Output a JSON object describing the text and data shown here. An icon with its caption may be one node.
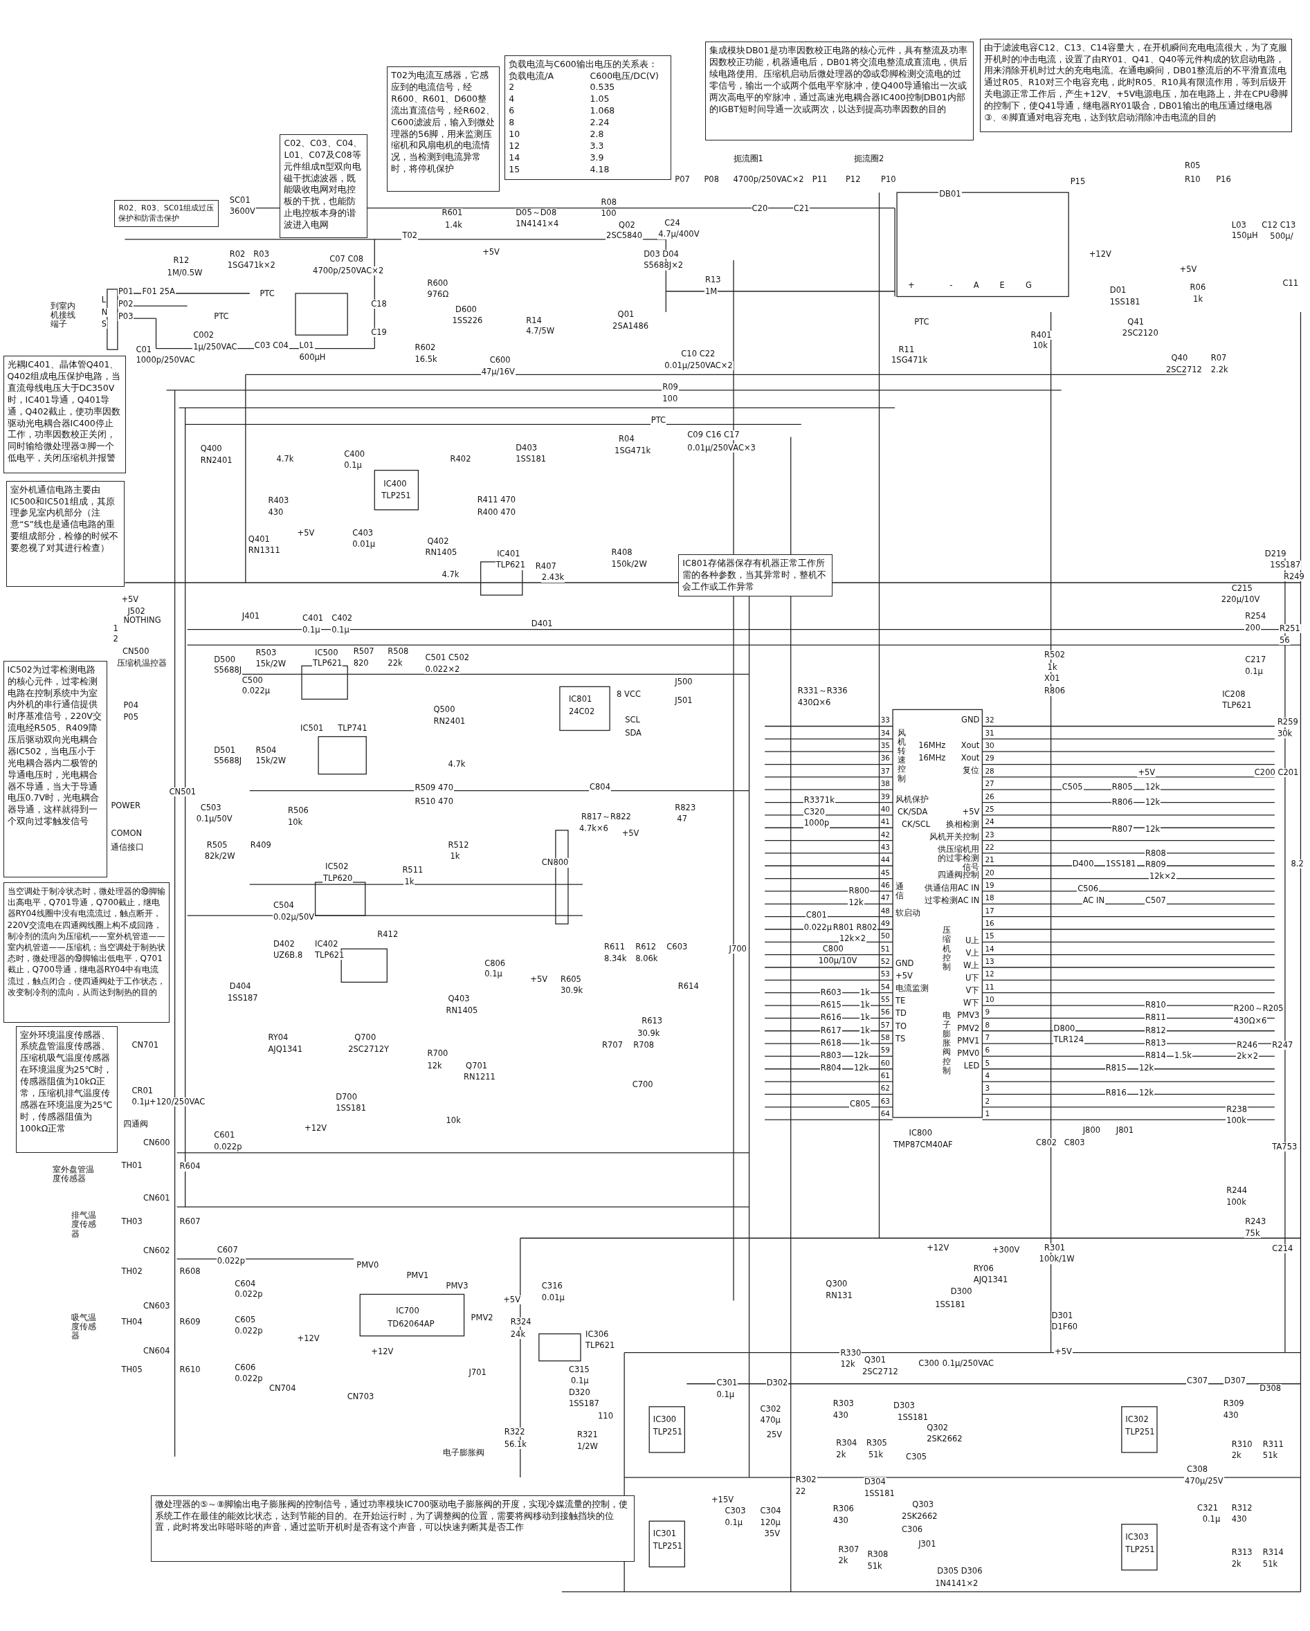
{
  "diagram": {
    "nodes": [
      {
        "text": [
          "R02、R03、SC01组成过压保护和防雷击保护"
        ]
      },
      {
        "text": [
          "C02、C03、C04、L01、C07及C08等元件组成π型双向电磁干扰滤波器，既能吸收电网对电控板的干扰，也能防止电控板本身的谐波进入电网"
        ]
      },
      {
        "text": [
          "T02为电流互感器，它感应到的电流信号，经R600、R601、D600整流出直流信号，经R602、C600滤波后，输入到微处理器的56脚，用来监测压缩机和风扇电机的电流情况，当检测到电流异常时，将停机保护"
        ]
      },
      {
        "text": [
          "负载电流与C600输出电压的关系表：",
          "负载电流/A",
          "C600电压/DC(V)",
          "2",
          "0.535",
          "4",
          "1.05",
          "6",
          "1.068",
          "8",
          "2.24",
          "10",
          "2.8",
          "12",
          "3.3",
          "14",
          "3.9",
          "15",
          "4.18"
        ]
      },
      {
        "text": [
          "集成模块DB01是功率因数校正电路的核心元件，具有整流及功率因数校正功能，机器通电后，DB01将交流电整流成直流电，供后续电路使用。压缩机启动后微处理器的⑳或㉑脚检测交流电的过零信号，输出一个或两个低电平窄脉冲，使Q400导通输出一次或两次高电平的窄脉冲，通过高速光电耦合器IC400控制DB01内部的IGBT短时间导通一次或两次，以达到提高功率因数的目的"
        ]
      },
      {
        "text": [
          "由于滤波电容C12、C13、C14容量大，在开机瞬间充电电流很大，为了克服开机时的冲击电流，设置了由RY01、Q41、Q40等元件构成的软启动电路，用来消除开机时过大的充电电流。在通电瞬间，DB01整流后的不平滑直流电通过R05、R10对三个电容充电，此时R05、R10具有限流作用，等到后级开关电源正常工作后，产生+12V、+5V电源电压，加在电路上，并在CPU㊾脚的控制下，使Q41导通，继电器RY01吸合，DB01输出的电压通过继电器③、④脚直通对电容充电，达到软启动消除冲击电流的目的"
        ]
      },
      {
        "text": [
          "光耦IC401、晶体管Q401、Q402组成电压保护电路，当直流母线电压大于DC350V时，IC401导通，Q401导通，Q402截止，使功率因数驱动光电耦合器IC400停止工作，功率因数校正关闭，同时输给微处理器③脚一个低电平，关闭压缩机并报警"
        ]
      },
      {
        "text": [
          "室外机通信电路主要由IC500和IC501组成，其原理参见室内机部分（注意“S”线也是通信电路的重要组成部分，检修的时候不要忽视了对其进行检查）"
        ]
      },
      {
        "text": [
          "IC502为过零检测电路的核心元件，过零检测电路在控制系统中为室内外机的串行通信提供时序基准信号，220V交流电经R505、R409降压后驱动双向光电耦合器IC502，当电压小于光电耦合器内二极管的导通电压时，光电耦合器不导通，当大于导通电压0.7V时，光电耦合器导通，这样就得到一个双向过零触发信号"
        ]
      },
      {
        "text": [
          "IC801存储器保存有机器正常工作所需的各种参数，当其异常时，整机不会工作或工作异常"
        ]
      },
      {
        "text": [
          "当空调处于制冷状态时，微处理器的⑲脚输出高电平，Q701导通，Q700截止，继电器RY04线圈中没有电流流过，触点断开，220V交流电在四通阀线圈上构不成回路，制冷剂的流向为压缩机——室外机管道——室内机管道——压缩机；当空调处于制热状态时，微处理器的⑲脚输出低电平，Q701截止，Q700导通，继电器RY04中有电流流过，触点闭合，使四通阀处于工作状态，改变制冷剂的流向，从而达到制热的目的"
        ]
      },
      {
        "text": [
          "室外环境温度传感器、系统盘管温度传感器、压缩机吸气温度传感器在环境温度为25℃时，传感器阻值为10kΩ正常，压缩机排气温度传感器在环境温度为25℃时，传感器阻值为100kΩ正常"
        ]
      },
      {
        "text": [
          "微处理器的⑤～⑧脚输出电子膨胀阀的控制信号，通过功率模块IC700驱动电子膨胀阀的开度，实现冷媒流量的控制，使系统工作在最佳的能效比状态，达到节能的目的。在开始运行时，为了调整阀的位置，需要将阀移动到接触挡块的位置，此时将发出咔嗒咔嗒的声音，通过监听开机时是否有这个声音，可以快速判断其是否工作"
        ]
      }
    ],
    "labels": [
      "P07",
      "P08",
      "扼流圈1",
      "4700p/250VAC×2",
      "P11",
      "P12",
      "扼流圈2",
      "P10",
      "C20",
      "C21",
      "SC01",
      "3600V",
      "R12",
      "1M/0.5W",
      "R02",
      "R03",
      "1SG471k×2",
      "到室内机接线端子",
      "L",
      "N",
      "S",
      "P01",
      "F01 25A",
      "P02",
      "P03",
      "C01",
      "1000p/250VAC",
      "C002",
      "1μ/250VAC",
      "PTC",
      "PTC",
      "C03 C04",
      "L01",
      "600μH",
      "C07 C08",
      "4700p/250VAC×2",
      "C18",
      "C19",
      "R601",
      "1.4k",
      "T02",
      "R600",
      "976Ω",
      "+5V",
      "D600",
      "1SS226",
      "R602",
      "16.5k",
      "C600",
      "47μ/16V",
      "D05～D08",
      "1N4141×4",
      "R08",
      "100",
      "Q02",
      "2SC5840",
      "C24",
      "4.7μ/400V",
      "D03 D04",
      "S5688J×2",
      "R13",
      "1M",
      "R14",
      "4.7/5W",
      "Q01",
      "2SA1486",
      "C10 C22",
      "0.01μ/250VAC×2",
      "R09",
      "100",
      "R04",
      "1SG471k",
      "PTC",
      "C09 C16 C17",
      "0.01μ/250VAC×3",
      "P15",
      "DB01",
      "R05",
      "R10",
      "P16",
      "+",
      "-",
      "A",
      "E",
      "G",
      "R401",
      "10k",
      "R11",
      "1SG471k",
      "PTC",
      "L03",
      "150μH",
      "C12 C13",
      "500μ/",
      "C11",
      "+12V",
      "+5V",
      "D01",
      "1SS181",
      "R06",
      "1k",
      "Q41",
      "2SC2120",
      "Q40",
      "2SC2712",
      "R07",
      "2.2k",
      "Q400",
      "RN2401",
      "4.7k",
      "C400",
      "0.1μ",
      "R402",
      "D403",
      "1SS181",
      "IC400",
      "TLP251",
      "R403",
      "430",
      "R411 470",
      "R400 470",
      "+5V",
      "C403",
      "0.01μ",
      "Q401",
      "RN1311",
      "Q402",
      "RN1405",
      "4.7k",
      "IC401",
      "TLP621",
      "R407",
      "2.43k",
      "R408",
      "150k/2W",
      "D401",
      "J401",
      "C401",
      "0.1μ",
      "C402",
      "0.1μ",
      "+5V",
      "J502",
      "NOTHING",
      "CN500",
      "压缩机温控器",
      "1",
      "2",
      "D500",
      "S5688J",
      "R503",
      "15k/2W",
      "IC500",
      "TLP621",
      "R507",
      "820",
      "R508",
      "22k",
      "C501 C502",
      "0.022×2",
      "C500",
      "0.022μ",
      "P04",
      "P05",
      "J500",
      "J501",
      "IC501",
      "TLP741",
      "Q500",
      "RN2401",
      "4.7k",
      "D501",
      "S5688J",
      "R504",
      "15k/2W",
      "R509 470",
      "R510 470",
      "IC801",
      "24C02",
      "8 VCC",
      "SCL",
      "SDA",
      "CN501",
      "POWER",
      "COMON",
      "通信接口",
      "C503",
      "0.1μ/50V",
      "R506",
      "10k",
      "C804",
      "R817～R822",
      "4.7k×6",
      "+5V",
      "R823",
      "47",
      "CN800",
      "R505",
      "82k/2W",
      "R409",
      "IC502",
      "TLP620",
      "R511",
      "1k",
      "R512",
      "1k",
      "C504",
      "0.02μ/50V",
      "D402",
      "UZ6B.8",
      "IC402",
      "TLP621",
      "R412",
      "C806",
      "0.1μ",
      "D404",
      "1SS187",
      "Q403",
      "RN1405",
      "+5V",
      "R605",
      "30.9k",
      "R611",
      "8.34k",
      "R612",
      "8.06k",
      "C603",
      "R614",
      "R613",
      "30.9k",
      "R707",
      "R708",
      "C700",
      "J700",
      "CN701",
      "RY04",
      "AJQ1341",
      "Q700",
      "2SC2712Y",
      "R700",
      "12k",
      "Q701",
      "RN1211",
      "10k",
      "D700",
      "1SS181",
      "+12V",
      "CR01",
      "0.1μ+120/250VAC",
      "四通阀",
      "CN600",
      "C601",
      "0.022p",
      "R604",
      "室外盘管温度传感器",
      "TH01",
      "CN601",
      "R607",
      "排气温度传感器",
      "TH03",
      "C607",
      "0.022p",
      "CN602",
      "TH02",
      "R608",
      "C604",
      "0.022p",
      "CN603",
      "R609",
      "吸气温度传感器",
      "TH04",
      "C605",
      "0.022p",
      "CN604",
      "TH05",
      "R610",
      "C606",
      "0.022p",
      "PMV0",
      "PMV1",
      "PMV3",
      "IC700",
      "TD62064AP",
      "PMV2",
      "+12V",
      "+12V",
      "CN704",
      "CN703",
      "J701",
      "电子膨胀阀",
      "+5V",
      "C316",
      "0.01μ",
      "R324",
      "24k",
      "IC306",
      "TLP621",
      "C315",
      "0.1μ",
      "D320",
      "1SS187",
      "110",
      "R322",
      "56.1k",
      "R321",
      "1/2W",
      "+12V",
      "+300V",
      "RY06",
      "AJQ1341",
      "D300",
      "1SS181",
      "R301",
      "100k/1W",
      "D301",
      "D1F60",
      "Q300",
      "RN131",
      "R330",
      "12k",
      "Q301",
      "2SC2712",
      "C300",
      "0.1μ/250VAC",
      "+5V",
      "C301",
      "0.1μ",
      "D302",
      "C302",
      "470μ",
      "25V",
      "IC300",
      "TLP251",
      "R303",
      "430",
      "D303",
      "1SS181",
      "Q302",
      "2SK2662",
      "R304",
      "2k",
      "R305",
      "51k",
      "C305",
      "R302",
      "22",
      "IC301",
      "TLP251",
      "+15V",
      "C303",
      "0.1μ",
      "C304",
      "120μ",
      "35V",
      "R306",
      "430",
      "D304",
      "1SS181",
      "Q303",
      "2SK2662",
      "C306",
      "R307",
      "2k",
      "R308",
      "51k",
      "J301",
      "D305 D306",
      "1N4141×2",
      "C307",
      "D307",
      "D308",
      "IC302",
      "TLP251",
      "R309",
      "430",
      "R310",
      "2k",
      "R311",
      "51k",
      "C308",
      "470μ/25V",
      "C321",
      "0.1μ",
      "IC303",
      "TLP251",
      "R312",
      "430",
      "R313",
      "2k",
      "R314",
      "51k",
      "R331～R336",
      "430Ω×6",
      "R337",
      "1k",
      "C320",
      "1000p",
      "R800",
      "12k",
      "C801",
      "0.022μ",
      "R801 R802",
      "12k×2",
      "C800",
      "100μ/10V",
      "R603",
      "1k",
      "R615",
      "1k",
      "R616",
      "1k",
      "R617",
      "1k",
      "R618",
      "1k",
      "R803",
      "12k",
      "R804",
      "12k",
      "C805",
      "IC800",
      "TMP87CM40AF",
      "R502",
      "1k",
      "X01",
      "R806",
      "C505",
      "+5V",
      "R805",
      "12k",
      "R806",
      "12k",
      "R807",
      "12k",
      "D400",
      "1SS181",
      "R808",
      "R809",
      "12k×2",
      "C506",
      "AC IN",
      "C507",
      "R810",
      "R811",
      "R812",
      "R813",
      "R814",
      "1.5k",
      "D800",
      "TLR124",
      "R815",
      "12k",
      "R816",
      "12k",
      "J800",
      "J801",
      "C802",
      "C803",
      "D219",
      "1SS187",
      "R249",
      "C215",
      "220μ/10V",
      "R254",
      "200",
      "C217",
      "0.1μ",
      "R251",
      "56",
      "IC208",
      "TLP621",
      "R259",
      "30k",
      "C200 C201",
      "R200～R205",
      "430Ω×6",
      "R246",
      "2k×2",
      "R247",
      "R238",
      "100k",
      "TA753",
      "R244",
      "100k",
      "R243",
      "75k",
      "C214",
      "8.2",
      "风机转速控制",
      "16MHz",
      "16MHz",
      "GND",
      "Xout",
      "Xout",
      "复位",
      "风机保护",
      "CK/SDA",
      "CK/SCL",
      "+5V",
      "换相检测",
      "风机开关控制",
      "供压缩机用的过零检测信号",
      "四通阀控制",
      "通信",
      "供通信用AC IN",
      "过零检测AC IN",
      "软启动",
      "GND",
      "+5V",
      "电流监测",
      "TE",
      "TD",
      "TO",
      "TS",
      "压缩机控制",
      "U上",
      "V上",
      "W上",
      "U下",
      "V下",
      "W下",
      "电子膨胀阀控制",
      "PMV3",
      "PMV2",
      "PMV1",
      "PMV0",
      "LED",
      "33",
      "34",
      "35",
      "36",
      "37",
      "38",
      "39",
      "40",
      "41",
      "42",
      "43",
      "44",
      "45",
      "46",
      "47",
      "48",
      "49",
      "50",
      "51",
      "52",
      "53",
      "54",
      "55",
      "56",
      "57",
      "58",
      "59",
      "60",
      "61",
      "62",
      "63",
      "64",
      "32",
      "31",
      "30",
      "29",
      "28",
      "27",
      "26",
      "25",
      "24",
      "23",
      "22",
      "21",
      "20",
      "19",
      "18",
      "17",
      "16",
      "15",
      "14",
      "13",
      "12",
      "11",
      "10",
      "9",
      "8",
      "7",
      "6",
      "5",
      "4",
      "3",
      "2",
      "1"
    ]
  }
}
